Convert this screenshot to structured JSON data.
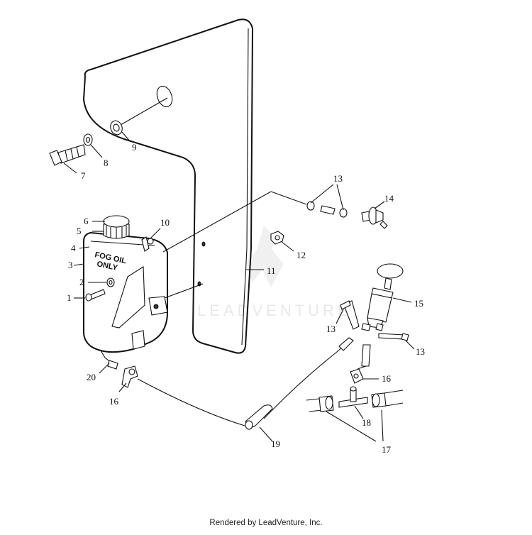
{
  "diagram": {
    "tank_label_line1": "FOG OIL",
    "tank_label_line2": "ONLY",
    "watermark": "LEADVENTURE",
    "callouts": {
      "c1": "1",
      "c2": "2",
      "c3": "3",
      "c4": "4",
      "c5": "5",
      "c6": "6",
      "c7": "7",
      "c8": "8",
      "c9": "9",
      "c10": "10",
      "c11": "11",
      "c12": "12",
      "c13a": "13",
      "c13b": "13",
      "c13c": "13",
      "c14": "14",
      "c15": "15",
      "c16a": "16",
      "c16b": "16",
      "c17": "17",
      "c18": "18",
      "c19": "19",
      "c20": "20"
    }
  },
  "footer": {
    "text": "Rendered by LeadVenture, Inc."
  }
}
